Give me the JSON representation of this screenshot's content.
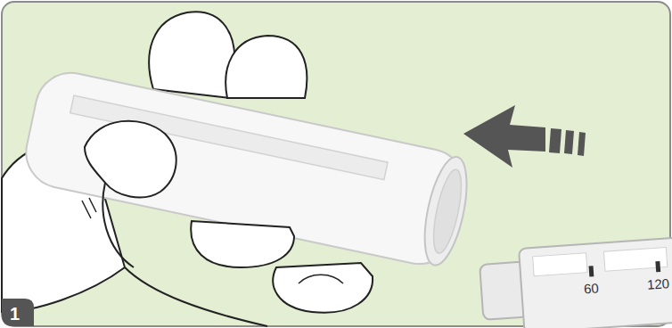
{
  "diagram": {
    "labels": [
      "1",
      "60",
      "120"
    ]
  }
}
